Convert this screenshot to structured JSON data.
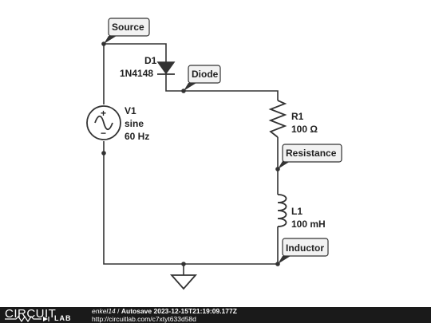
{
  "components": {
    "source": {
      "name": "V1",
      "type": "sine",
      "frequency": "60 Hz"
    },
    "diode": {
      "name": "D1",
      "part": "1N4148"
    },
    "resistor": {
      "name": "R1",
      "value": "100 Ω"
    },
    "inductor": {
      "name": "L1",
      "value": "100 mH"
    }
  },
  "node_labels": {
    "source": "Source",
    "diode": "Diode",
    "resistance": "Resistance",
    "inductor": "Inductor"
  },
  "footer": {
    "logo_main": "CIRCUIT",
    "logo_sub": "LAB",
    "user": "enkel14",
    "separator": " / ",
    "autosave": "Autosave 2023-12-15T21:19:09.177Z",
    "url": "http://circuitlab.com/c7xtyt633d58d"
  }
}
